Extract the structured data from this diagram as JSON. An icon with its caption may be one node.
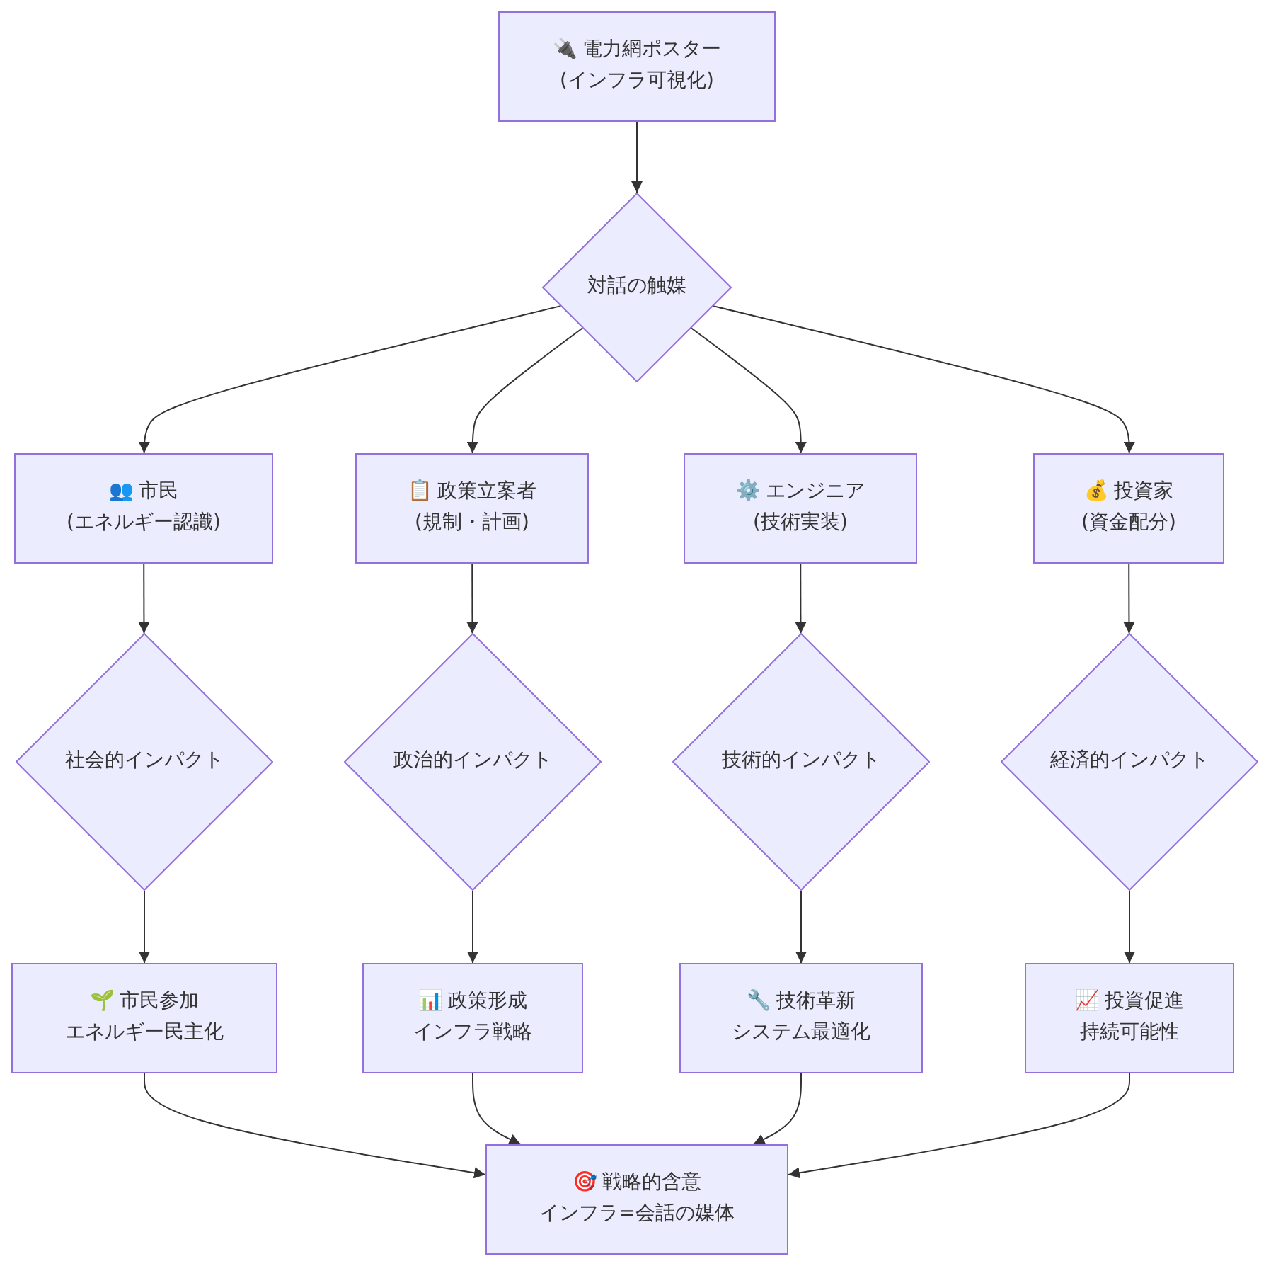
{
  "diagram": {
    "nodes": [
      {
        "text": [
          "🔌 電力網ポスター",
          "(インフラ可視化)"
        ]
      },
      {
        "text": [
          "対話の触媒"
        ]
      },
      {
        "text": [
          "👥 市民",
          "(エネルギー認識)"
        ]
      },
      {
        "text": [
          "📋 政策立案者",
          "(規制・計画)"
        ]
      },
      {
        "text": [
          "⚙️ エンジニア",
          "(技術実装)"
        ]
      },
      {
        "text": [
          "💰 投資家",
          "(資金配分)"
        ]
      },
      {
        "text": [
          "社会的インパクト"
        ]
      },
      {
        "text": [
          "政治的インパクト"
        ]
      },
      {
        "text": [
          "技術的インパクト"
        ]
      },
      {
        "text": [
          "経済的インパクト"
        ]
      },
      {
        "text": [
          "🌱 市民参加",
          "エネルギー民主化"
        ]
      },
      {
        "text": [
          "📊 政策形成",
          "インフラ戦略"
        ]
      },
      {
        "text": [
          "🔧 技術革新",
          "システム最適化"
        ]
      },
      {
        "text": [
          "📈 投資促進",
          "持続可能性"
        ]
      },
      {
        "text": [
          "🎯 戦略的含意",
          "インフラ=会話の媒体"
        ]
      }
    ],
    "edges": [
      {
        "from": 0,
        "to": 1,
        "arrow": "to"
      },
      {
        "from": 1,
        "to": 2,
        "arrow": "to"
      },
      {
        "from": 1,
        "to": 3,
        "arrow": "to"
      },
      {
        "from": 1,
        "to": 4,
        "arrow": "to"
      },
      {
        "from": 1,
        "to": 5,
        "arrow": "to"
      },
      {
        "from": 2,
        "to": 6,
        "arrow": "to"
      },
      {
        "from": 3,
        "to": 7,
        "arrow": "to"
      },
      {
        "from": 4,
        "to": 8,
        "arrow": "to"
      },
      {
        "from": 5,
        "to": 9,
        "arrow": "to"
      },
      {
        "from": 6,
        "to": 10,
        "arrow": "to"
      },
      {
        "from": 7,
        "to": 11,
        "arrow": "to"
      },
      {
        "from": 8,
        "to": 12,
        "arrow": "to"
      },
      {
        "from": 9,
        "to": 13,
        "arrow": "to"
      },
      {
        "from": 10,
        "to": 14,
        "arrow": "to"
      },
      {
        "from": 11,
        "to": 14,
        "arrow": "to"
      },
      {
        "from": 12,
        "to": 14,
        "arrow": "to"
      },
      {
        "from": 13,
        "to": 14,
        "arrow": "to"
      }
    ]
  }
}
